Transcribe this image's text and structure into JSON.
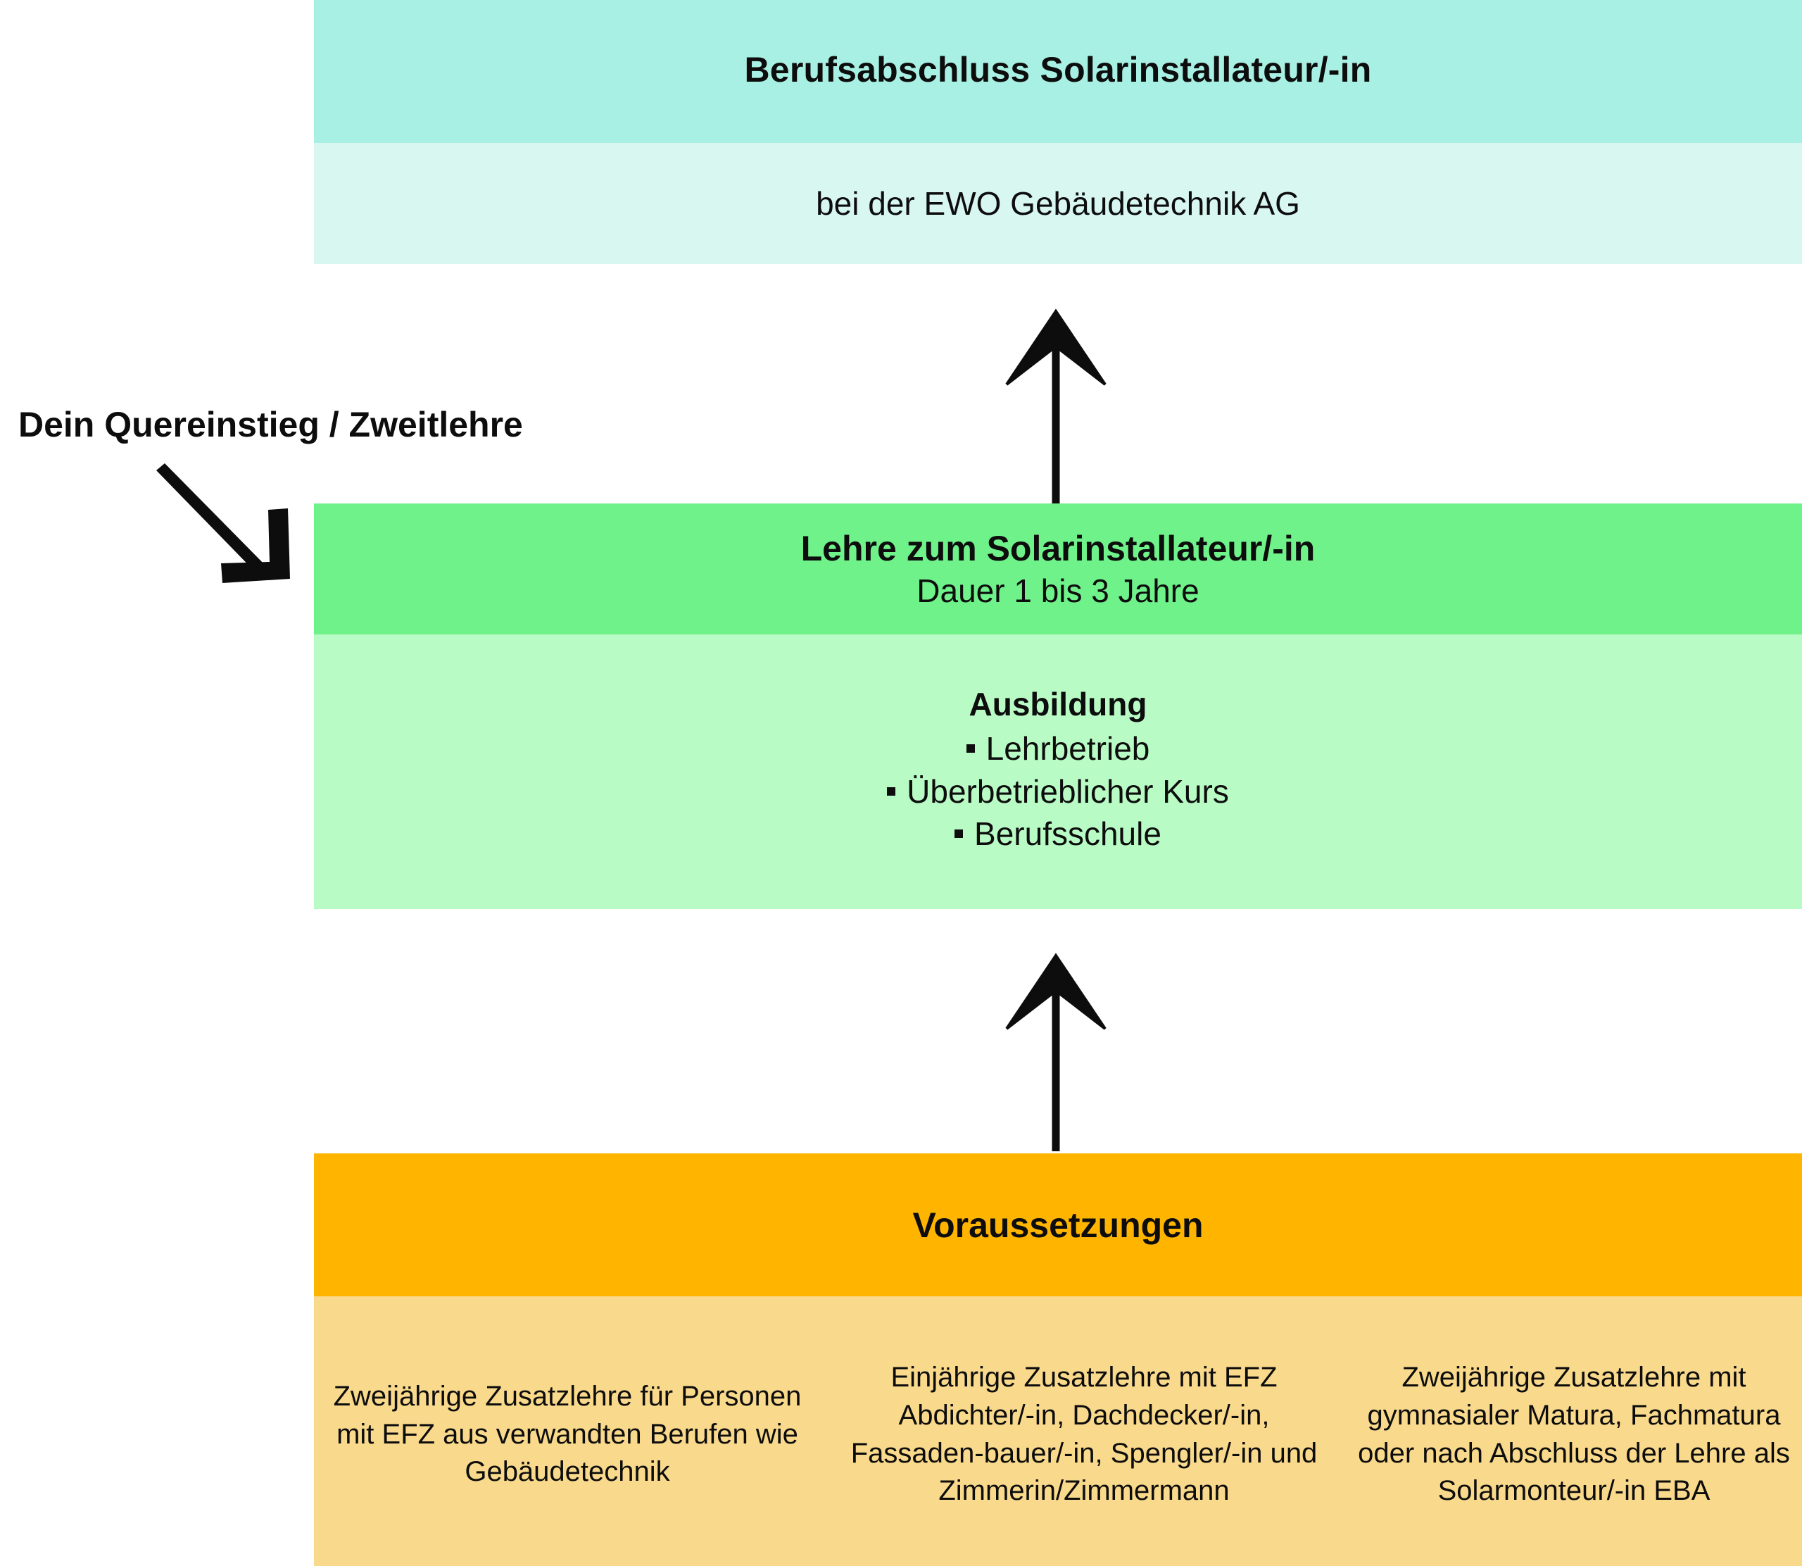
{
  "diagram": {
    "entry_label": "Dein Quereinstieg / Zweitlehre",
    "top": {
      "headline": "Berufsabschluss Solarinstallateur/-in",
      "subline": "bei der EWO Gebäudetechnik AG",
      "head_color": "#a8f0e3",
      "body_color": "#d8f7f1"
    },
    "middle": {
      "headline": "Lehre zum Solarinstallateur/-in",
      "subline": "Dauer 1 bis 3 Jahre",
      "section_title": "Ausbildung",
      "bullets": [
        "Lehrbetrieb",
        "Überbetrieblicher Kurs",
        "Berufsschule"
      ],
      "head_color": "#6ff28a",
      "body_color": "#b9fbc5"
    },
    "bottom": {
      "headline": "Voraussetzungen",
      "head_color": "#ffb400",
      "body_color": "#f9d98b",
      "columns": [
        "Zweijährige Zusatzlehre für Personen mit EFZ aus verwandten Berufen wie Gebäudetechnik",
        "Einjährige Zusatzlehre mit EFZ Abdichter/-in, Dachdecker/-in, Fassaden-bauer/-in, Spengler/-in und Zimmerin/Zimmermann",
        "Zweijährige Zusatzlehre mit gymnasialer Matura, Fachmatura oder nach Abschluss der Lehre als Solarmonteur/-in EBA"
      ]
    },
    "arrows": {
      "diagonal_name": "arrow-down-right",
      "up_1_name": "arrow-up",
      "up_2_name": "arrow-up",
      "color": "#0d0d0d"
    }
  }
}
